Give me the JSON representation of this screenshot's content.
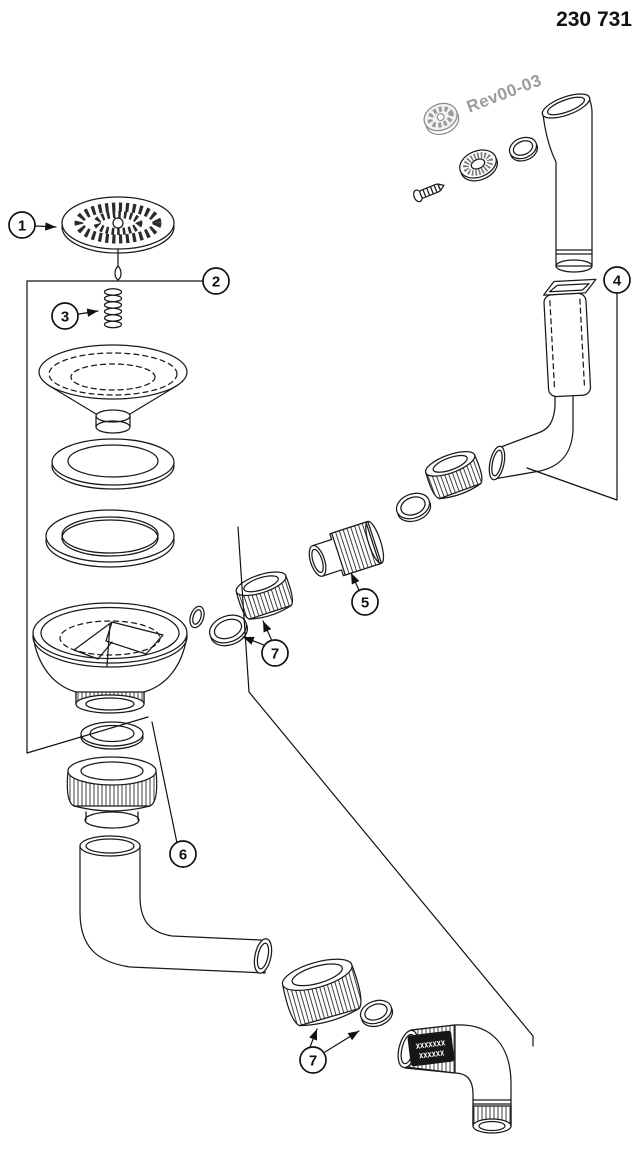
{
  "header": {
    "part_number": "230 731",
    "revision_watermark": "Rev00-03"
  },
  "callouts": {
    "c1": "1",
    "c2": "2",
    "c3": "3",
    "c4": "4",
    "c5": "5",
    "c6": "6",
    "c7a": "7",
    "c7b": "7"
  },
  "markings": {
    "elbow_label_line1": "XXXXXXX",
    "elbow_label_line2": "XXXXXX"
  },
  "colors": {
    "ink": "#1a1a1a",
    "watermark": "#9b9b9b",
    "label_bg": "#161616"
  }
}
